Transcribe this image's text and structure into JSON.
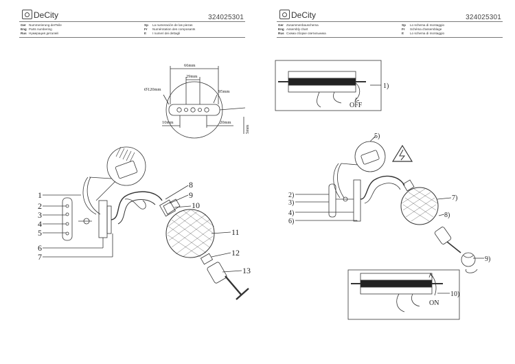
{
  "brand": {
    "name": "DeCity"
  },
  "doc_number": "324025301",
  "left_page": {
    "legend": [
      {
        "code": "Ger",
        "text": "Nummerierung derTeile"
      },
      {
        "code": "Eng",
        "text": "Parts numbering"
      },
      {
        "code": "Rus",
        "text": "Нумерация деталей"
      }
    ],
    "legend2": [
      {
        "code": "Sp",
        "text": "La numeración de las piezas"
      },
      {
        "code": "Fr",
        "text": "Numérotation des composants"
      },
      {
        "code": "It",
        "text": "I numeri dei dettagli"
      }
    ],
    "dimensions": {
      "d66": "66mm",
      "d29": "29mm",
      "d120": "Ø120mm",
      "d95": "95mm",
      "d10": "10mm",
      "d20": "20mm",
      "d5": "5mm"
    },
    "parts": [
      "1",
      "2",
      "3",
      "4",
      "5",
      "6",
      "7",
      "8",
      "9",
      "10",
      "11",
      "12",
      "13"
    ]
  },
  "right_page": {
    "legend": [
      {
        "code": "Ger",
        "text": "Zusammenbauschema"
      },
      {
        "code": "Eng",
        "text": "Assembly chart"
      },
      {
        "code": "Rus",
        "text": "Схема сборке светильника"
      }
    ],
    "legend2": [
      {
        "code": "Sp",
        "text": "Lo schema di montaggio"
      },
      {
        "code": "Fr",
        "text": "Schéma d'assemblage"
      },
      {
        "code": "It",
        "text": "Lo schema di montaggio"
      }
    ],
    "steps": [
      "1)",
      "2)",
      "3)",
      "4)",
      "5)",
      "6)",
      "7)",
      "8)",
      "9)",
      "10)"
    ],
    "switch_off": "OFF",
    "switch_on": "ON"
  },
  "colors": {
    "line": "#333333",
    "rule": "#777777"
  }
}
